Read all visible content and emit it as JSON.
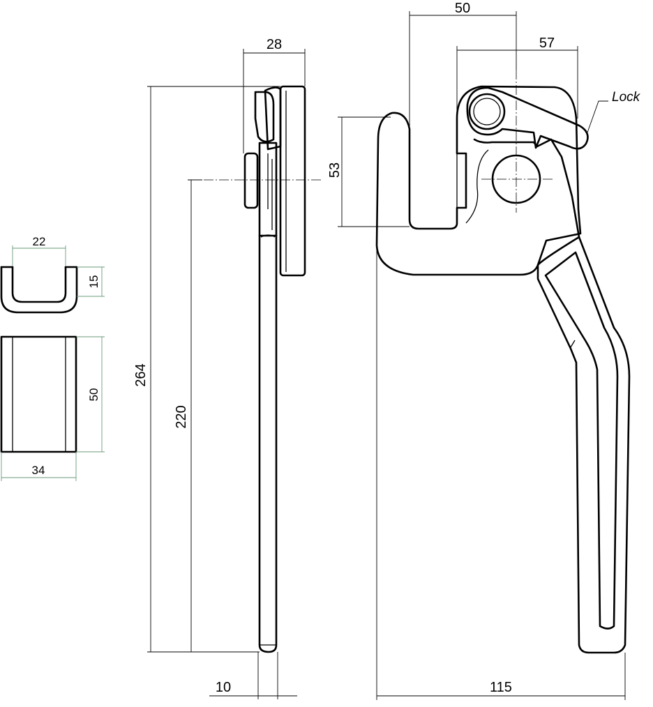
{
  "dimensions": {
    "clip_inner_width": "22",
    "clip_height": "15",
    "clip_length": "50",
    "clip_width": "34",
    "overall_height": "264",
    "pivot_to_end": "220",
    "side_depth": "28",
    "handle_thickness": "10",
    "hook_offset": "50",
    "lock_offset": "57",
    "hook_opening": "53",
    "overall_width": "115"
  },
  "labels": {
    "lock": "Lock"
  },
  "colors": {
    "line": "#000000",
    "small_view_dimension": "#6a9a7a"
  }
}
